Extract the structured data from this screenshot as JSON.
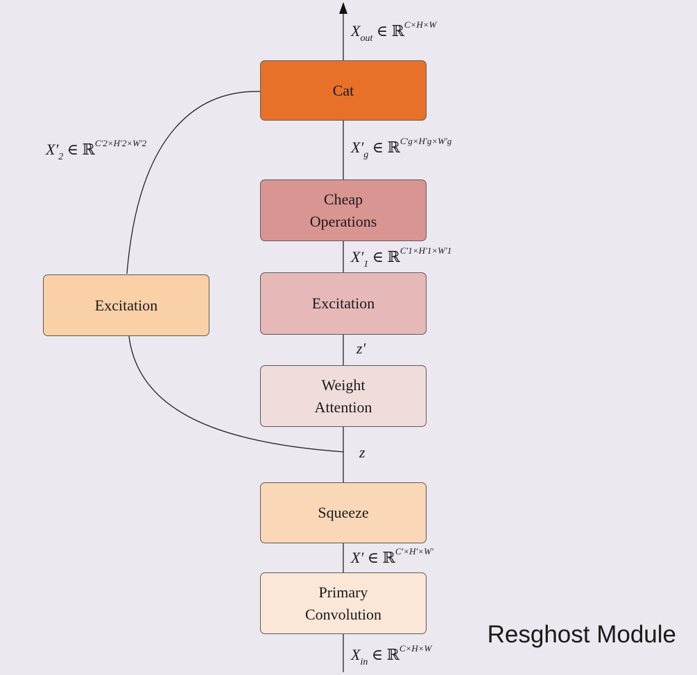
{
  "title": "Resghost Module",
  "boxes": {
    "cat": "Cat",
    "cheap_operations": "Cheap\nOperations",
    "excitation_main": "Excitation",
    "excitation_side": "Excitation",
    "weight_attention": "Weight\nAttention",
    "squeeze": "Squeeze",
    "primary_convolution": "Primary\nConvolution"
  },
  "colors": {
    "background": "#ebe8ef",
    "cat": "#e8712a",
    "cheap_operations": "#d99592",
    "excitation_main": "#e6b9b8",
    "weight_attention": "#f1dcdc",
    "squeeze": "#fad7b7",
    "excitation_side": "#fad0a6",
    "primary_convolution": "#fbe7d8"
  },
  "labels": {
    "x_out": {
      "var": "X",
      "sub": "out",
      "in": "∈ ℝ",
      "sup": "C×H×W"
    },
    "x_g": {
      "var": "X′",
      "sub": "g",
      "in": "∈ ℝ",
      "sup": "C′g×H′g×W′g"
    },
    "x_1": {
      "var": "X′",
      "sub": "1",
      "in": "∈ ℝ",
      "sup": "C′1×H′1×W′1"
    },
    "x_2": {
      "var": "X′",
      "sub": "2",
      "in": "∈ ℝ",
      "sup": "C′2×H′2×W′2"
    },
    "z_prime": {
      "var": "z′"
    },
    "z": {
      "var": "z"
    },
    "x_prime": {
      "var": "X′",
      "in": "∈ ℝ",
      "sup": "C′×H′×W′"
    },
    "x_in": {
      "var": "X",
      "sub": "in",
      "in": "∈ ℝ",
      "sup": "C×H×W"
    }
  }
}
